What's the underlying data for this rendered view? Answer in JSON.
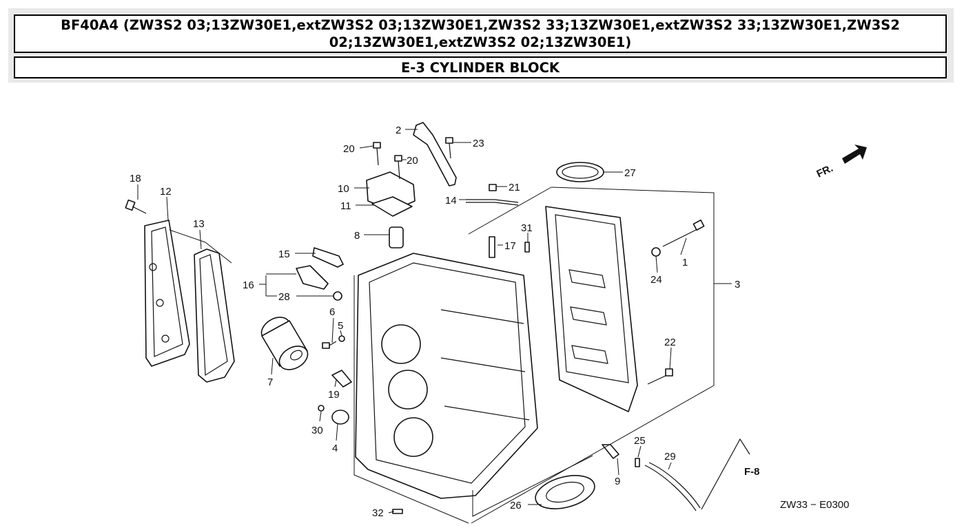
{
  "header": {
    "title": "BF40A4 (ZW3S2 03;13ZW30E1,extZW3S2 03;13ZW30E1,ZW3S2 33;13ZW30E1,extZW3S2 33;13ZW30E1,ZW3S2 02;13ZW30E1,extZW3S2 02;13ZW30E1)",
    "section": "E-3 CYLINDER BLOCK"
  },
  "diagram": {
    "front_label": "FR.",
    "ref_label": "F-8",
    "drawing_code": "ZW33 − E0300",
    "callouts": [
      "1",
      "2",
      "3",
      "4",
      "5",
      "6",
      "7",
      "8",
      "9",
      "10",
      "11",
      "12",
      "13",
      "14",
      "15",
      "16",
      "17",
      "18",
      "19",
      "20",
      "21",
      "22",
      "23",
      "24",
      "25",
      "26",
      "27",
      "28",
      "29",
      "30",
      "31",
      "32"
    ]
  }
}
